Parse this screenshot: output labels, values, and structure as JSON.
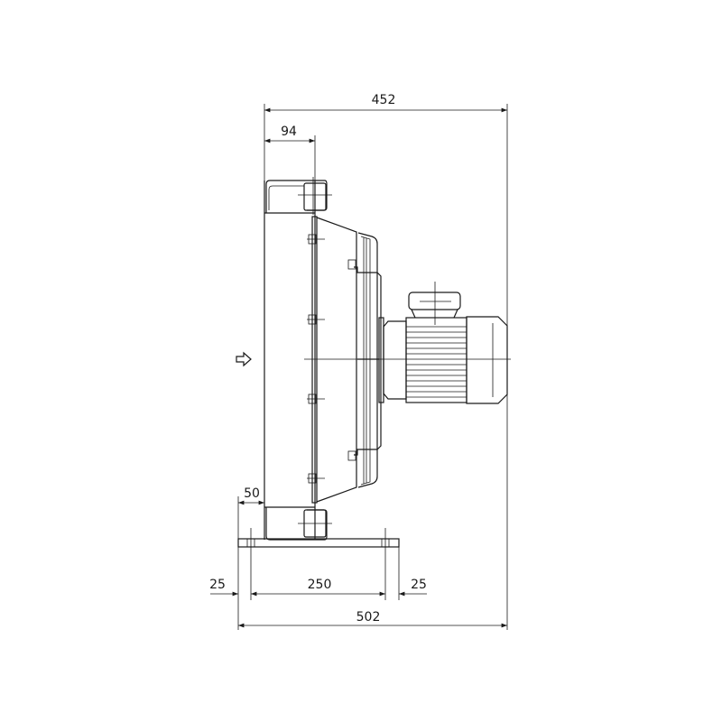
{
  "drawing": {
    "type": "technical side elevation - air/oil cooler with fan and motor",
    "dimensions": {
      "overall_depth": "452",
      "core_offset": "94",
      "foot_offset": "50",
      "left_margin": "25",
      "hole_spacing": "250",
      "right_margin": "25",
      "base_length": "502"
    },
    "airflow_icon": "arrow-right-outline-icon"
  }
}
